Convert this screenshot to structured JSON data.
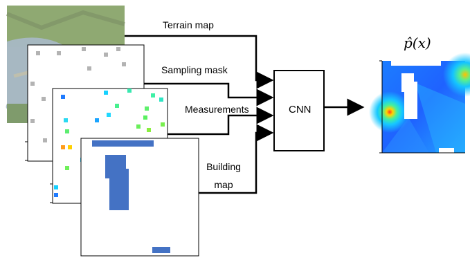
{
  "inputs": {
    "terrain_label": "Terrain map",
    "mask_label": "Sampling mask",
    "measurements_label": "Measurements",
    "building_label_line1": "Building",
    "building_label_line2": "map"
  },
  "model": {
    "label": "CNN"
  },
  "output": {
    "label": "p̂(x)"
  },
  "colors": {
    "building_blue": "#4472c4",
    "mask_gray": "#b3b3b3",
    "terrain_green": "#8fa972",
    "terrain_water": "#9fb4c8",
    "heatmap_base": "#1f6cff"
  }
}
